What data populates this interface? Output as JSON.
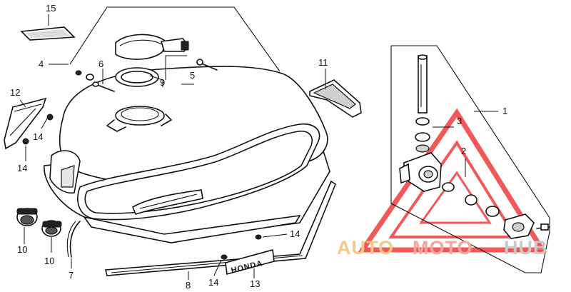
{
  "part_labels": {
    "p1": "1",
    "p2": "2",
    "p3": "3",
    "p4": "4",
    "p5": "5",
    "p6": "6",
    "p7": "7",
    "p8": "8",
    "p9": "9",
    "p10a": "10",
    "p10b": "10",
    "p11": "11",
    "p12": "12",
    "p13": "13",
    "p14a": "14",
    "p14b": "14",
    "p14c": "14",
    "p14d": "14",
    "p15": "15"
  },
  "emblem_text": "HONDA",
  "watermark": {
    "auto": "AUTO",
    "moto": "MOTO",
    "hub": "HUB",
    "colors": {
      "auto": "#f5c98a",
      "moto": "#f4a89c",
      "hub": "#c9c9c9",
      "triangle": "#ef3b3b"
    }
  }
}
